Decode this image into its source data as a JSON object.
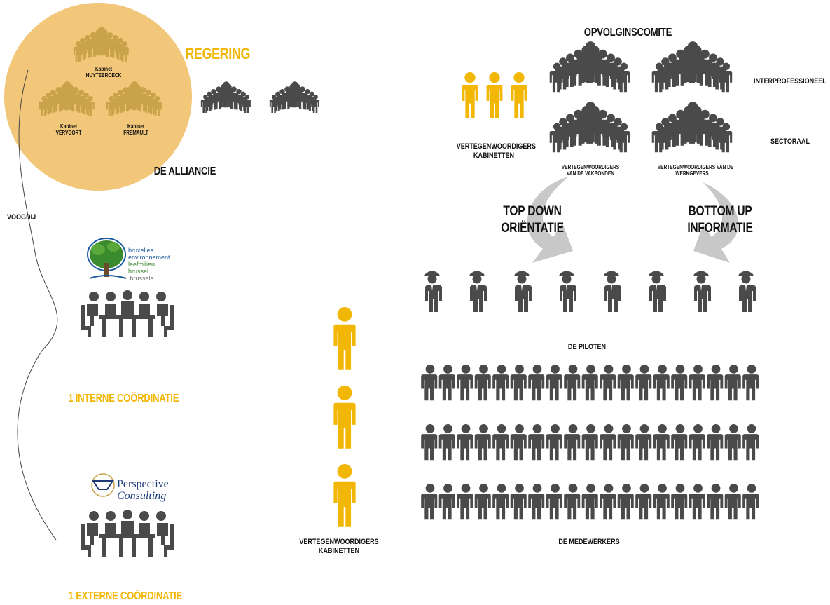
{
  "labels": {
    "regering": "REGERING",
    "kabinet_huytebroeck": [
      "Kabinet",
      "HUYTEBROECK"
    ],
    "kabinet_vervoort": [
      "Kabinet",
      "VERVOORT"
    ],
    "kabinet_fremault": [
      "Kabinet",
      "FREMAULT"
    ],
    "de_alliancie": "DE ALLIANCIE",
    "voogdij": "VOOGDIJ",
    "interne_coordinatie": "1 INTERNE COÖRDINATIE",
    "externe_coordinatie": "1 EXTERNE COÖRDINATIE",
    "opvolginscomite": "OPVOLGINSCOMITE",
    "interprofessioneel": "INTERPROFESSIONEEL",
    "sectoraal": "SECTORAAL",
    "vertegenwoordigers_kabinetten_top": [
      "VERTEGENWOORDIGERS",
      "KABINETTEN"
    ],
    "vertegenwoordigers_vakbonden": [
      "VERTEGENWOORDIGERS",
      "VAN DE VAKBONDEN"
    ],
    "vertegenwoordigers_werkgevers": [
      "VERTEGENWOORDIGERS VAN DE",
      "WERKGEVERS"
    ],
    "top_down": [
      "TOP DOWN",
      "ORIËNTATIE"
    ],
    "bottom_up": [
      "BOTTOM UP",
      "INFORMATIE"
    ],
    "de_piloten": "DE PILOTEN",
    "de_medewerkers": "DE MEDEWERKERS",
    "vertegenwoordigers_kabinetten_bottom": [
      "VERTEGENWOORDIGERS",
      "KABINETTEN"
    ]
  },
  "logos": {
    "brussels_environment": [
      "bruxelles",
      "environnement",
      "leefmilieu",
      "brussel",
      ".brussels"
    ],
    "perspective_consulting": [
      "Perspective",
      "Consulting"
    ]
  },
  "colors": {
    "gold": "#f2b705",
    "circle": "#f2c77a",
    "dark": "#4a4a4a",
    "arrow": "#c8c8c8"
  },
  "icons": {
    "crowd": "crowd-icon",
    "person": "person-icon",
    "pilot": "pilot-icon",
    "meeting": "meeting-table-icon",
    "tree": "tree-logo-icon",
    "arrow": "curved-arrow-icon"
  }
}
